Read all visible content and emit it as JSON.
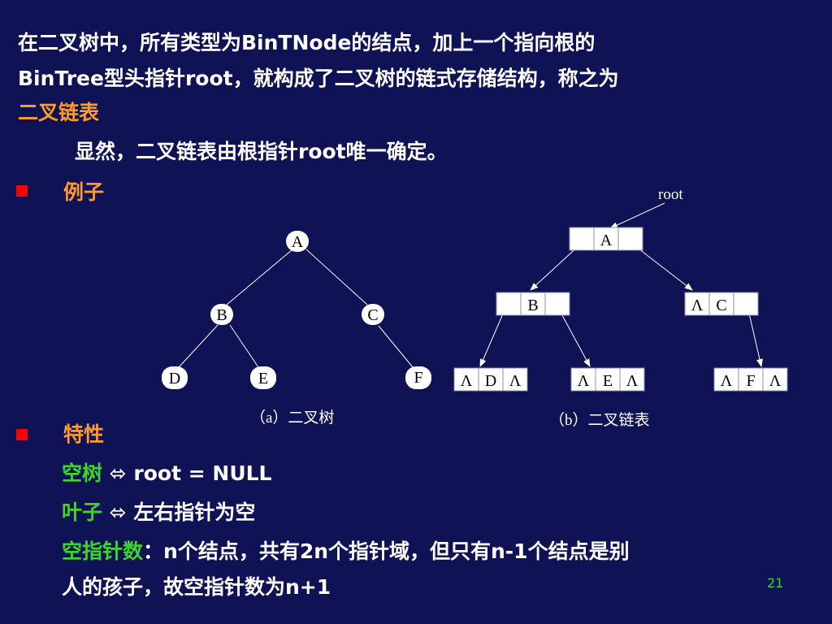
{
  "intro": {
    "line1": "在二叉树中，所有类型为BinTNode的结点，加上一个指向根的",
    "line2": "BinTree型头指针root，就构成了二叉树的链式存储结构，称之为",
    "term": "二叉链表",
    "line4": "显然，二叉链表由根指针root唯一确定。"
  },
  "example": {
    "heading": "例子"
  },
  "tree_a": {
    "nodes": {
      "A": "A",
      "B": "B",
      "C": "C",
      "D": "D",
      "E": "E",
      "F": "F"
    },
    "caption": "（a）二叉树"
  },
  "tree_b": {
    "root_label": "root",
    "lambda": "Λ",
    "nodes": {
      "A": "A",
      "B": "B",
      "C": "C",
      "D": "D",
      "E": "E",
      "F": "F"
    },
    "caption": "（b）二叉链表"
  },
  "properties": {
    "heading": "特性",
    "empty_tree_term": "空树",
    "empty_tree_text": "root = NULL",
    "leaf_term": "叶子",
    "leaf_text": "左右指针为空",
    "null_count_term": "空指针数",
    "null_count_text_1": "：n个结点，共有2n个指针域，但只有n-1个结点是别",
    "null_count_text_2": "人的孩子，故空指针数为n+1",
    "equiv_symbol": "⬄"
  },
  "page_number": "21",
  "colors": {
    "background": "#0f1254",
    "accent_orange": "#ff9a2e",
    "accent_green": "#3bd62b",
    "bullet_red": "#ff0000"
  }
}
